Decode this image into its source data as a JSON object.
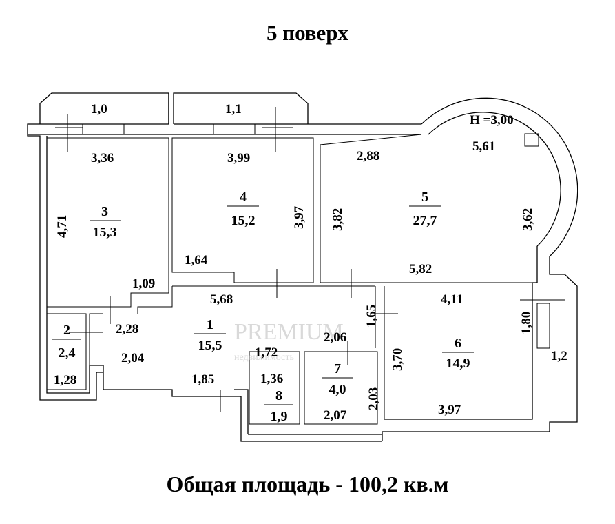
{
  "title": "5 поверх",
  "total": "Общая площадь - 100,2 кв.м",
  "ceiling": "H =3,00",
  "watermark": {
    "brand": "PREMIUM",
    "sub": "недвижимость"
  },
  "rooms": [
    {
      "number": "1",
      "area": "15,5"
    },
    {
      "number": "2",
      "area": "2,4"
    },
    {
      "number": "3",
      "area": "15,3"
    },
    {
      "number": "4",
      "area": "15,2"
    },
    {
      "number": "5",
      "area": "27,7"
    },
    {
      "number": "6",
      "area": "14,9"
    },
    {
      "number": "7",
      "area": "4,0"
    },
    {
      "number": "8",
      "area": "1,9"
    }
  ],
  "dimensions": [
    "1,0",
    "1,1",
    "3,36",
    "3,99",
    "2,88",
    "5,61",
    "4,71",
    "3,97",
    "3,82",
    "3,62",
    "1,64",
    "5,82",
    "1,09",
    "5,68",
    "4,11",
    "1,65",
    "1,80",
    "2,28",
    "2,06",
    "3,70",
    "2,04",
    "1,72",
    "1,2",
    "1,36",
    "2,03",
    "1,28",
    "1,85",
    "2,07",
    "3,97"
  ]
}
